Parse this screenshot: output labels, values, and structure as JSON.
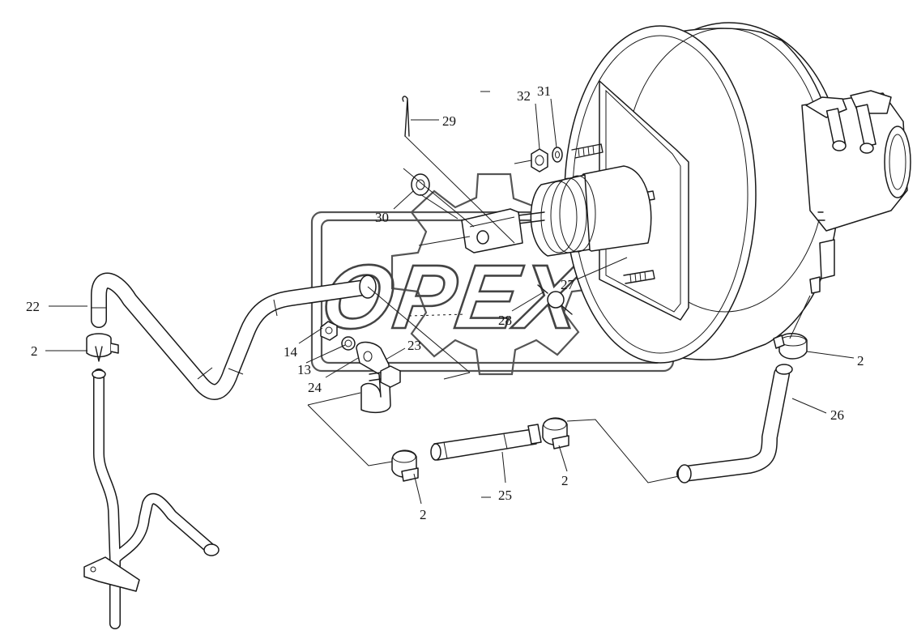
{
  "watermark": {
    "text": "OPEX"
  },
  "callouts": [
    {
      "id": "c29",
      "label": "29"
    },
    {
      "id": "c32",
      "label": "32"
    },
    {
      "id": "c31",
      "label": "31"
    },
    {
      "id": "c30",
      "label": "30"
    },
    {
      "id": "c27",
      "label": "27"
    },
    {
      "id": "c28",
      "label": "28"
    },
    {
      "id": "c22",
      "label": "22"
    },
    {
      "id": "c2a",
      "label": "2"
    },
    {
      "id": "c14",
      "label": "14"
    },
    {
      "id": "c13",
      "label": "13"
    },
    {
      "id": "c23",
      "label": "23"
    },
    {
      "id": "c24",
      "label": "24"
    },
    {
      "id": "c2b",
      "label": "2"
    },
    {
      "id": "c26",
      "label": "26"
    },
    {
      "id": "c25",
      "label": "25"
    },
    {
      "id": "c2c",
      "label": "2"
    },
    {
      "id": "c2d",
      "label": "2"
    }
  ]
}
